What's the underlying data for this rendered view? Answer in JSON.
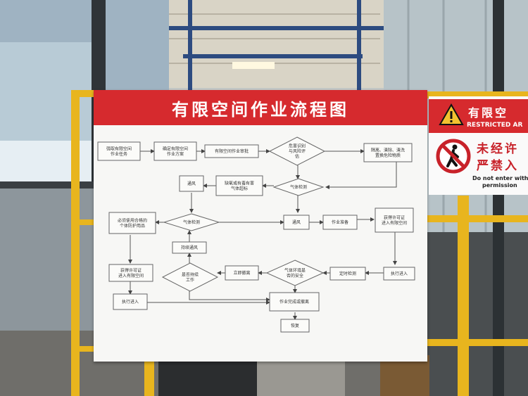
{
  "board": {
    "title": "有限空间作业流程图",
    "header_color": "#d62a2e",
    "nodes": [
      {
        "id": "n1",
        "shape": "rect",
        "lines": [
          "强取有限空间",
          "作业任务"
        ]
      },
      {
        "id": "n2",
        "shape": "rect",
        "lines": [
          "确定有限空间",
          "作业方案"
        ]
      },
      {
        "id": "n3",
        "shape": "rect",
        "lines": [
          "有限空间作业审批"
        ]
      },
      {
        "id": "n4",
        "shape": "diamond",
        "lines": [
          "危害识别",
          "与风险评",
          "估"
        ]
      },
      {
        "id": "n5",
        "shape": "rect",
        "lines": [
          "隔离、清除、清洗",
          "置换危险物质"
        ]
      },
      {
        "id": "n6",
        "shape": "rect",
        "lines": [
          "通风"
        ]
      },
      {
        "id": "n7",
        "shape": "rect",
        "lines": [
          "缺氧或有毒有害",
          "气体超标"
        ]
      },
      {
        "id": "n8",
        "shape": "diamond",
        "lines": [
          "气体检测"
        ]
      },
      {
        "id": "n9",
        "shape": "rect",
        "lines": [
          "必须使用合格的",
          "个体防护用品"
        ]
      },
      {
        "id": "n10",
        "shape": "diamond",
        "lines": [
          "气体检测"
        ]
      },
      {
        "id": "n11",
        "shape": "rect",
        "lines": [
          "通风"
        ]
      },
      {
        "id": "n12",
        "shape": "rect",
        "lines": [
          "作业准备"
        ]
      },
      {
        "id": "n13",
        "shape": "rect",
        "lines": [
          "获得许可证",
          "进入有限空间"
        ]
      },
      {
        "id": "n14",
        "shape": "rect",
        "lines": [
          "持续通风"
        ]
      },
      {
        "id": "n15",
        "shape": "rect",
        "lines": [
          "获得许可证",
          "进入有限空间"
        ]
      },
      {
        "id": "n16",
        "shape": "diamond",
        "lines": [
          "是否持续",
          "工作"
        ]
      },
      {
        "id": "n17",
        "shape": "rect",
        "lines": [
          "立即撤离"
        ]
      },
      {
        "id": "n18",
        "shape": "diamond",
        "lines": [
          "气体环境是",
          "否的安全"
        ]
      },
      {
        "id": "n19",
        "shape": "rect",
        "lines": [
          "定时检测"
        ]
      },
      {
        "id": "n20",
        "shape": "rect",
        "lines": [
          "执行进入"
        ]
      },
      {
        "id": "n21",
        "shape": "rect",
        "lines": [
          "执行进入"
        ]
      },
      {
        "id": "n22",
        "shape": "rect",
        "lines": [
          "作业完成或撤离"
        ]
      },
      {
        "id": "n23",
        "shape": "rect",
        "lines": [
          "恢复"
        ]
      }
    ]
  },
  "sign": {
    "title": "有限空",
    "subtitle_en": "RESTRICTED AR",
    "line1": "未经许",
    "line2": "严禁入",
    "footer1": "Do not enter with",
    "footer2": "permission",
    "warn_icon": "warning-triangle-icon",
    "no_entry_icon": "no-entry-icon"
  },
  "colors": {
    "accent_red": "#d62a2e",
    "frame_yellow": "#e8b51e"
  }
}
